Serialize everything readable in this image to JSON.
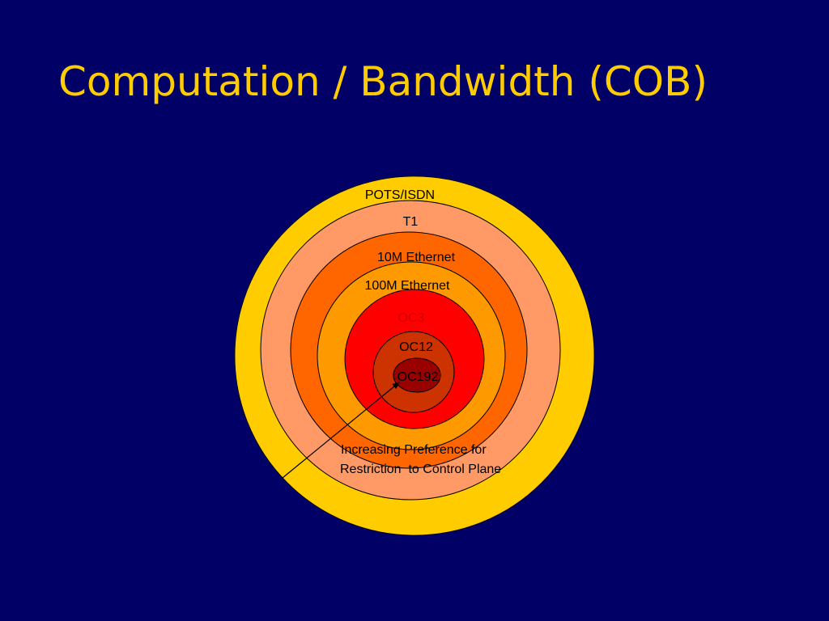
{
  "slide": {
    "title": "Computation / Bandwidth (COB)"
  },
  "diagram": {
    "rings": [
      {
        "label": "POTS/ISDN",
        "color": "#FFCC00"
      },
      {
        "label": "T1",
        "color": "#FF9966"
      },
      {
        "label": "10M Ethernet",
        "color": "#FF6600"
      },
      {
        "label": "100M Ethernet",
        "color": "#FF9900"
      },
      {
        "label": "OC3",
        "color": "#FF0000",
        "label_color": "#CC0000"
      },
      {
        "label": "OC12",
        "color": "#CC3300"
      },
      {
        "label": "OC192",
        "color": "#990000"
      }
    ],
    "arrow_note": {
      "line1": "Increasing Preference for",
      "line2": "Restriction  to Control Plane"
    }
  },
  "colors": {
    "background": "#000066",
    "title": "#FFCC00"
  }
}
